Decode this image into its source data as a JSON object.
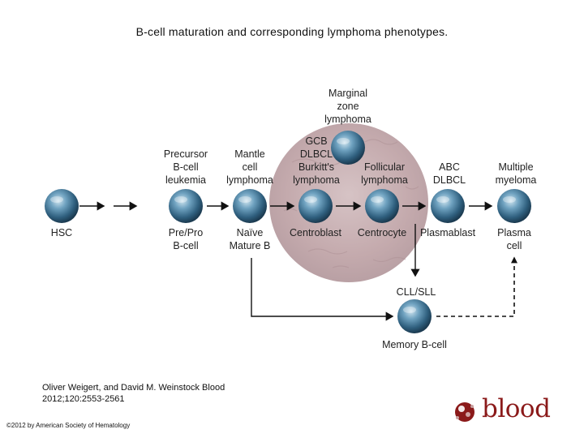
{
  "title": "B-cell maturation and corresponding lymphoma phenotypes.",
  "stages": {
    "hsc": "HSC",
    "pre_pro": "Pre/Pro\nB-cell",
    "naive": "Naïve\nMature B",
    "centroblast": "Centroblast",
    "centrocyte": "Centrocyte",
    "plasmablast": "Plasmablast",
    "plasma": "Plasma\ncell",
    "memory": "Memory B-cell"
  },
  "lymphomas": {
    "precursor": "Precursor\nB-cell\nleukemia",
    "mantle": "Mantle\ncell\nlymphoma",
    "marginal": "Marginal\nzone\nlymphoma",
    "gcb": "GCB\nDLBCL\nBurkitt's\nlymphoma",
    "follicular": "Follicular\nlymphoma",
    "abc": "ABC\nDLBCL",
    "myeloma": "Multiple\nmyeloma",
    "cll": "CLL/SLL"
  },
  "citation": "Oliver Weigert, and David M. Weinstock Blood\n2012;120:2553-2561",
  "copyright": "©2012 by American Society of Hematology",
  "logo": {
    "text": "blood",
    "icon": "blood-drop-icon",
    "color": "#8b1a1a"
  },
  "colors": {
    "germinal_center": "#c8b2b4",
    "cell": "#4f87a8",
    "arrow": "#111111"
  }
}
